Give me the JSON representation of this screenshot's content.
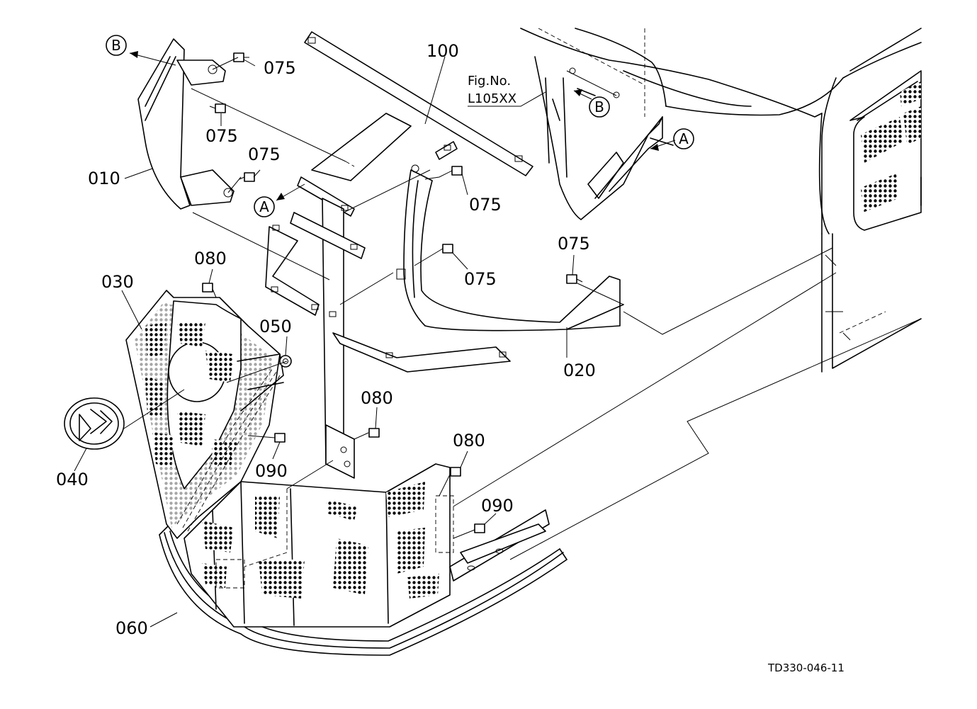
{
  "part_labels": {
    "p010": "010",
    "p020": "020",
    "p030": "030",
    "p040": "040",
    "p050": "050",
    "p060": "060",
    "p075a": "075",
    "p075b": "075",
    "p075c": "075",
    "p075d": "075",
    "p075e": "075",
    "p075f": "075",
    "p080a": "080",
    "p080b": "080",
    "p080c": "080",
    "p090a": "090",
    "p090b": "090",
    "p100": "100"
  },
  "callouts": {
    "a1": "A",
    "a2": "A",
    "b1": "B",
    "b2": "B"
  },
  "figure_ref": {
    "title": "Fig.No.",
    "number": "L105XX"
  },
  "diagram_code": "TD330-046-11"
}
